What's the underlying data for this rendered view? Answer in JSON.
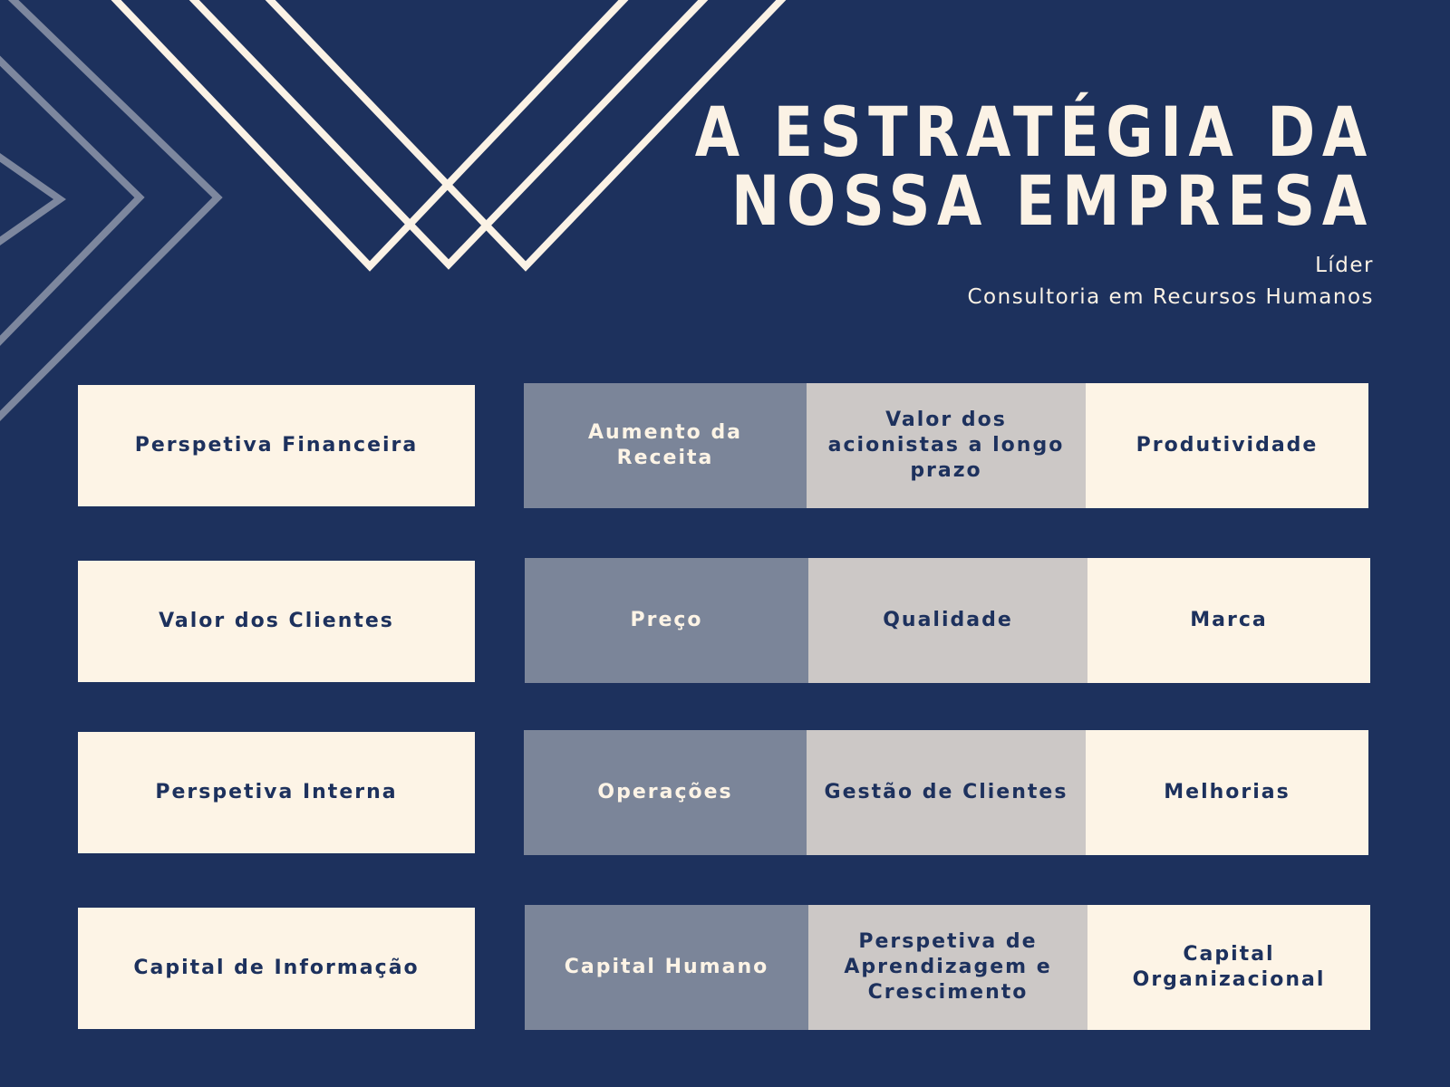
{
  "header": {
    "title_line1": "A ESTRATÉGIA DA",
    "title_line2": "NOSSA EMPRESA",
    "subtitle_line1": "Líder",
    "subtitle_line2": "Consultoria em Recursos Humanos"
  },
  "rows": [
    {
      "perspective": "Perspetiva Financeira",
      "items": [
        "Aumento da Receita",
        "Valor dos acionistas a longo prazo",
        "Produtividade"
      ]
    },
    {
      "perspective": "Valor dos Clientes",
      "items": [
        "Preço",
        "Qualidade",
        "Marca"
      ]
    },
    {
      "perspective": "Perspetiva Interna",
      "items": [
        "Operações",
        "Gestão de Clientes",
        "Melhorias"
      ]
    },
    {
      "perspective": "Capital de Informação",
      "items": [
        "Capital Humano",
        "Perspetiva de Aprendizagem e Crescimento",
        "Capital Organizacional"
      ]
    }
  ],
  "colors": {
    "background": "#1d315d",
    "cream": "#fdf4e6",
    "slate": "#7b8599",
    "gray": "#ccc8c6"
  }
}
